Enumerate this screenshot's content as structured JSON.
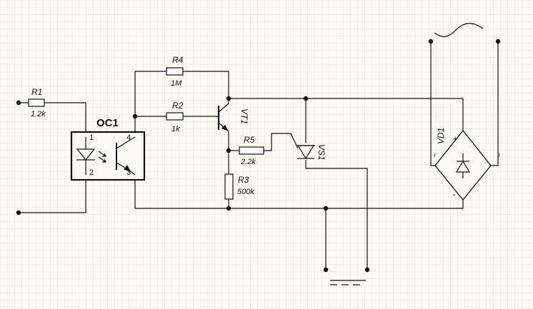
{
  "optocoupler": {
    "ref": "OC1",
    "pins": [
      "1",
      "2",
      "3",
      "4"
    ]
  },
  "resistors": [
    {
      "ref": "R1",
      "value": "1.2k"
    },
    {
      "ref": "R2",
      "value": "1k"
    },
    {
      "ref": "R3",
      "value": "500k"
    },
    {
      "ref": "R4",
      "value": "1M"
    },
    {
      "ref": "R5",
      "value": "2.2k"
    }
  ],
  "transistor": {
    "ref": "VT1"
  },
  "thyristor": {
    "ref": "VS1"
  },
  "bridge": {
    "ref": "VD1",
    "plus": "+",
    "minus": "-",
    "ac_left": "~",
    "ac_right": "~"
  },
  "colors": {
    "grid": "#dedcc8",
    "wire": "#111111",
    "background": "#fbfbf4"
  }
}
